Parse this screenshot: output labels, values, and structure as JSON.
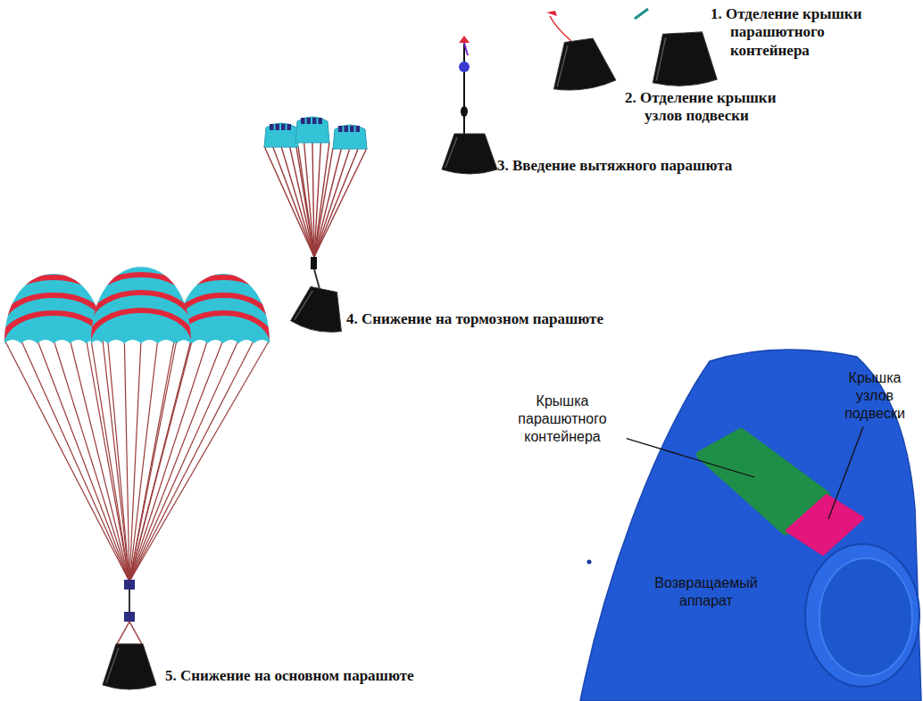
{
  "diagram": {
    "nodes": [
      {
        "text": [
          "Возвращаемый аппарат"
        ]
      }
    ],
    "labels": [
      "1. Отделение крышки парашютного контейнера",
      "2. Отделение крышки узлов подвески",
      "3. Введение вытяжного парашюта",
      "4. Снижение на тормозном парашюте",
      "5. Снижение на основном парашюте",
      "Крышка парашютного контейнера",
      "Крышка узлов подвески"
    ]
  }
}
